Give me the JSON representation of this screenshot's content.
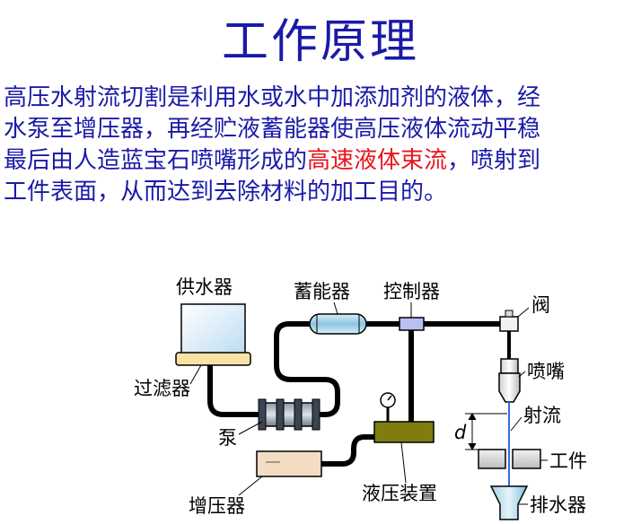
{
  "title": "工作原理",
  "paragraph": {
    "line1": "高压水射流切割是利用水或水中加添加剂的液体，经",
    "line2": "水泵至增压器，再经贮液蓄能器使高压液体流动平稳",
    "line3_prefix": "最后由人造蓝宝石喷嘴形成的",
    "line3_highlight": "高速液体束流",
    "line3_suffix": "，喷射到",
    "line4": "工件表面，从而达到去除材料的加工目的。"
  },
  "diagram": {
    "labels": {
      "water_supply": "供水器",
      "filter": "过滤器",
      "pump": "泵",
      "booster": "增压器",
      "accumulator": "蓄能器",
      "controller": "控制器",
      "hydraulic": "液压装置",
      "valve": "阀",
      "nozzle": "喷嘴",
      "jet": "射流",
      "workpiece": "工件",
      "drain": "排水器",
      "distance": "d"
    },
    "colors": {
      "text_blue": "#1a1aa8",
      "highlight_red": "#e8141e",
      "water_tank": "#cfe6f7",
      "filter": "#f7e3a6",
      "booster": "#f2dcc2",
      "hydraulic": "#7d7d10",
      "controller": "#b9bff2",
      "accumulator": "#a9d5ea",
      "jet": "#2f6fe0"
    }
  }
}
